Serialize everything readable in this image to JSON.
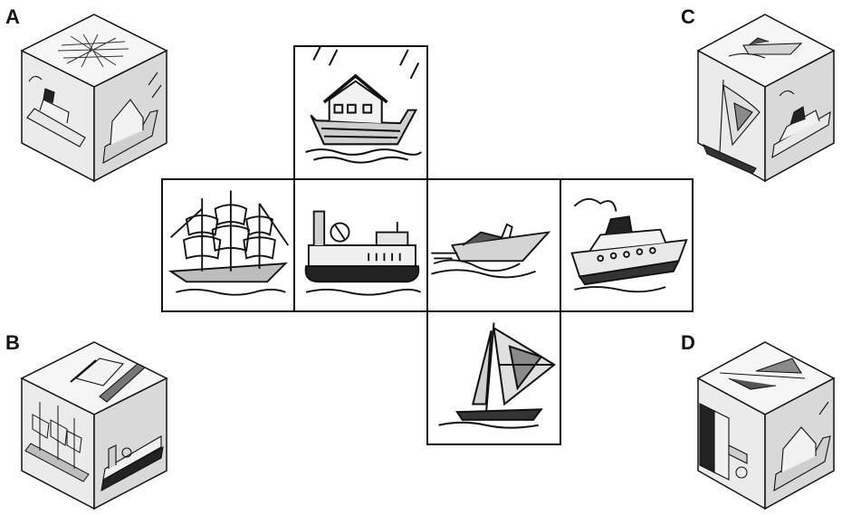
{
  "options": [
    {
      "label": "A",
      "top": "net",
      "left": "liner",
      "right": "ark"
    },
    {
      "label": "B",
      "top": "ark",
      "left": "tallship",
      "right": "hovercraft"
    },
    {
      "label": "C",
      "top": "speedboat",
      "left": "sailboat",
      "right": "liner"
    },
    {
      "label": "D",
      "top": "sailboat",
      "left": "hovercraft",
      "right": "ark"
    }
  ],
  "net_faces": [
    "ark",
    "tallship",
    "hovercraft",
    "speedboat",
    "liner",
    "sailboat"
  ],
  "colors": {
    "line": "#111111",
    "shade": "#9a9a9a",
    "light": "#d8d8d8",
    "cube_left": "#ebebeb",
    "cube_right": "#d9d9d9",
    "cube_top": "#f6f6f6"
  }
}
